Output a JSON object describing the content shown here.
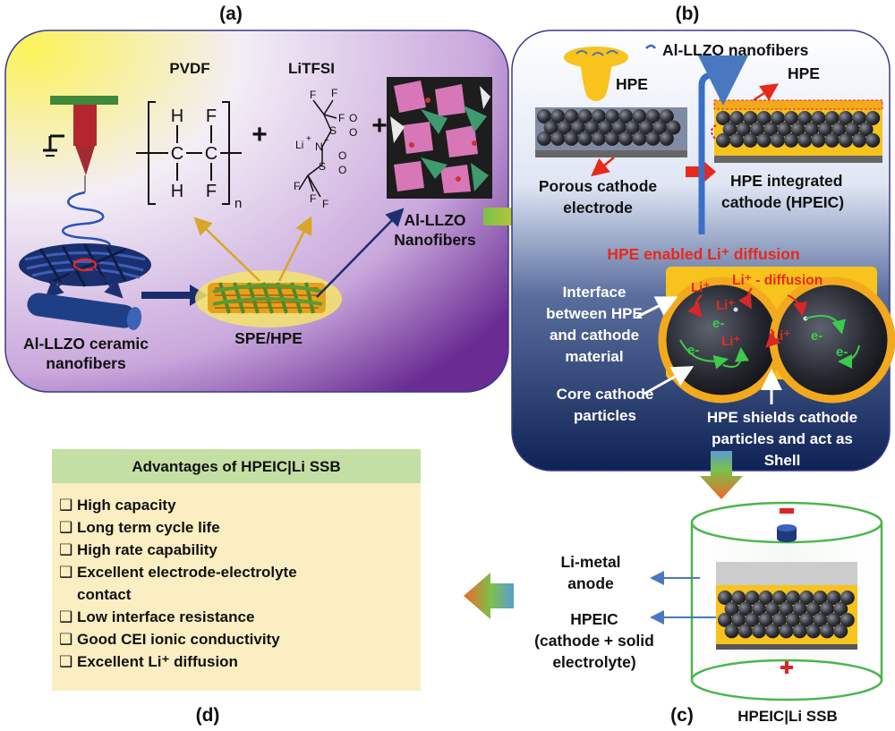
{
  "panel_letters": {
    "a": "(a)",
    "b": "(b)",
    "c": "(c)",
    "d": "(d)"
  },
  "panel_a": {
    "pvdf": "PVDF",
    "litfsi": "LiTFSI",
    "llzo_line1": "Al-LLZO",
    "llzo_line2": "Nanofibers",
    "ceramic_line1": "Al-LLZO  ceramic",
    "ceramic_line2": "nanofibers",
    "spe": "SPE/HPE",
    "plus": "+",
    "pvdf_atoms": {
      "h": "H",
      "f": "F",
      "c": "C",
      "n": "n"
    },
    "litfsi_atoms": {
      "f": "F",
      "s": "S",
      "o": "O",
      "n": "N",
      "li": "Li",
      "plus": "+",
      "minus": "−"
    }
  },
  "panel_b": {
    "llzo_nanofibers": "Al-LLZO  nanofibers",
    "hpe_left": "HPE",
    "hpe_right": "HPE",
    "porous_line1": "Porous cathode",
    "porous_line2": "electrode",
    "integrated_line1": "HPE integrated",
    "integrated_line2": "cathode (HPEIC)",
    "enabled": "HPE enabled Li⁺ diffusion",
    "interface_lines": [
      "Interface",
      "between HPE",
      "and cathode",
      "material"
    ],
    "core_lines": [
      "Core cathode",
      "particles"
    ],
    "shield_lines": [
      "HPE shields cathode",
      "particles and act as",
      "Shell"
    ],
    "li_ion": "Li⁺",
    "li_diffusion": "Li⁺ - diffusion",
    "electron": "e-"
  },
  "panel_c": {
    "anode_line1": "Li-metal",
    "anode_line2": "anode",
    "hpeic_lines": [
      "HPEIC",
      "(cathode + solid",
      "electrolyte)"
    ],
    "caption": "HPEIC|Li SSB"
  },
  "panel_d": {
    "header": "Advantages of HPEIC|Li SSB",
    "checkbox": "❑",
    "items": [
      "High capacity",
      "Long term cycle life",
      "High rate capability",
      "Excellent electrode-electrolyte",
      "contact",
      "Low  interface resistance",
      "Good CEI ionic conductivity",
      "Excellent Li⁺ diffusion"
    ]
  },
  "colors": {
    "navy": "#0f2255",
    "hpe_yellow": "#f7c31c",
    "red_text": "#e8291c",
    "green_header": "#c4dfa4",
    "cream_box": "#fbeec2",
    "cell_green": "#4bb64b"
  }
}
